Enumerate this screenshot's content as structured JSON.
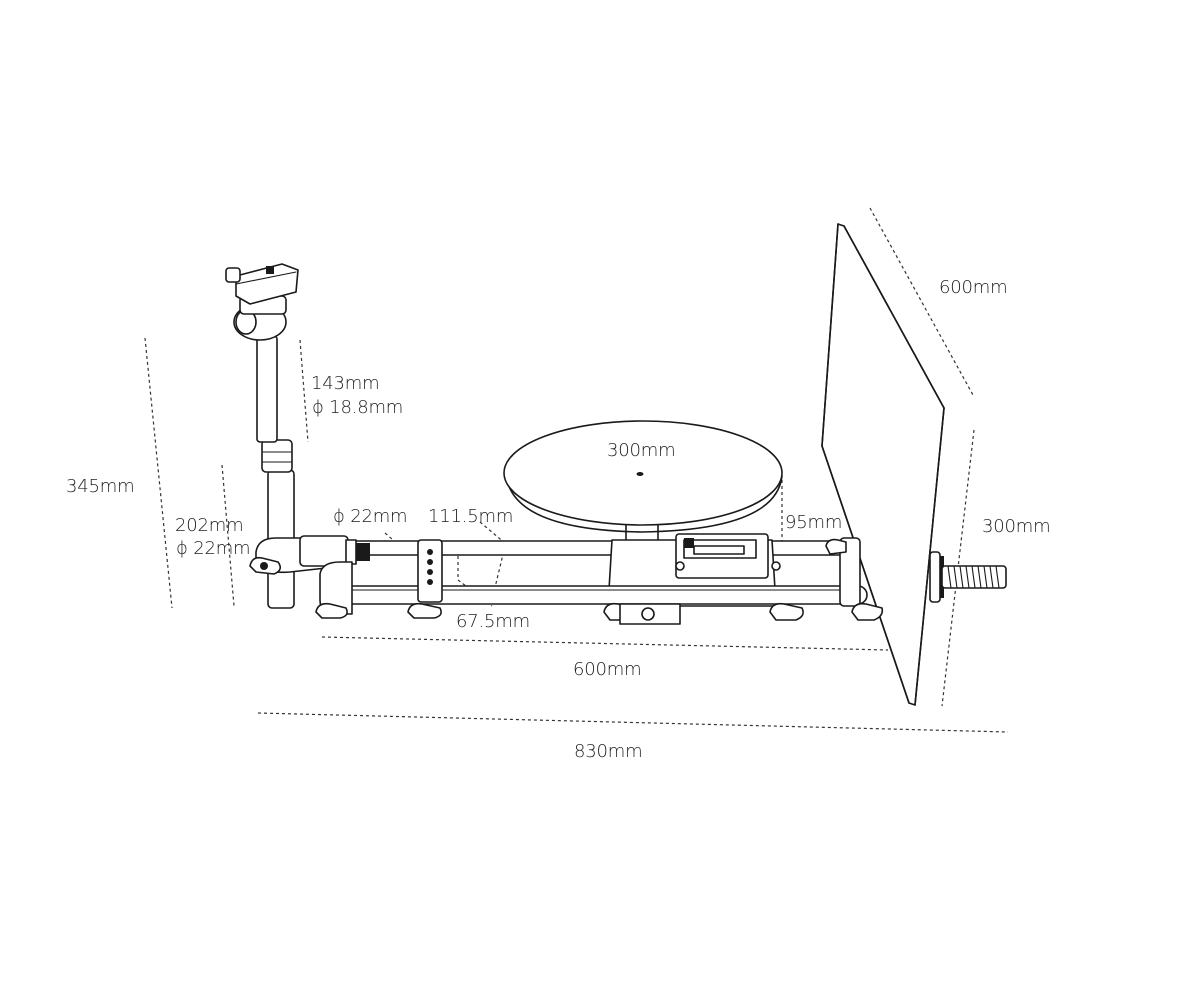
{
  "dimensions": {
    "total_height": "345mm",
    "arm_upper_length": "143mm",
    "arm_upper_diameter": "ϕ 18.8mm",
    "arm_lower_length": "202mm",
    "arm_lower_diameter": "ϕ 22mm",
    "rail_diameter": "ϕ 22mm",
    "rail_spacing_outer": "111.5mm",
    "rail_spacing_inner": "67.5mm",
    "turntable_diameter": "300mm",
    "turntable_height": "95mm",
    "backboard_width": "600mm",
    "backboard_height": "300mm",
    "rail_length": "600mm",
    "total_length": "830mm"
  },
  "colors": {
    "line": "#1a1a1a",
    "text": "#222222",
    "background": "#ffffff"
  }
}
